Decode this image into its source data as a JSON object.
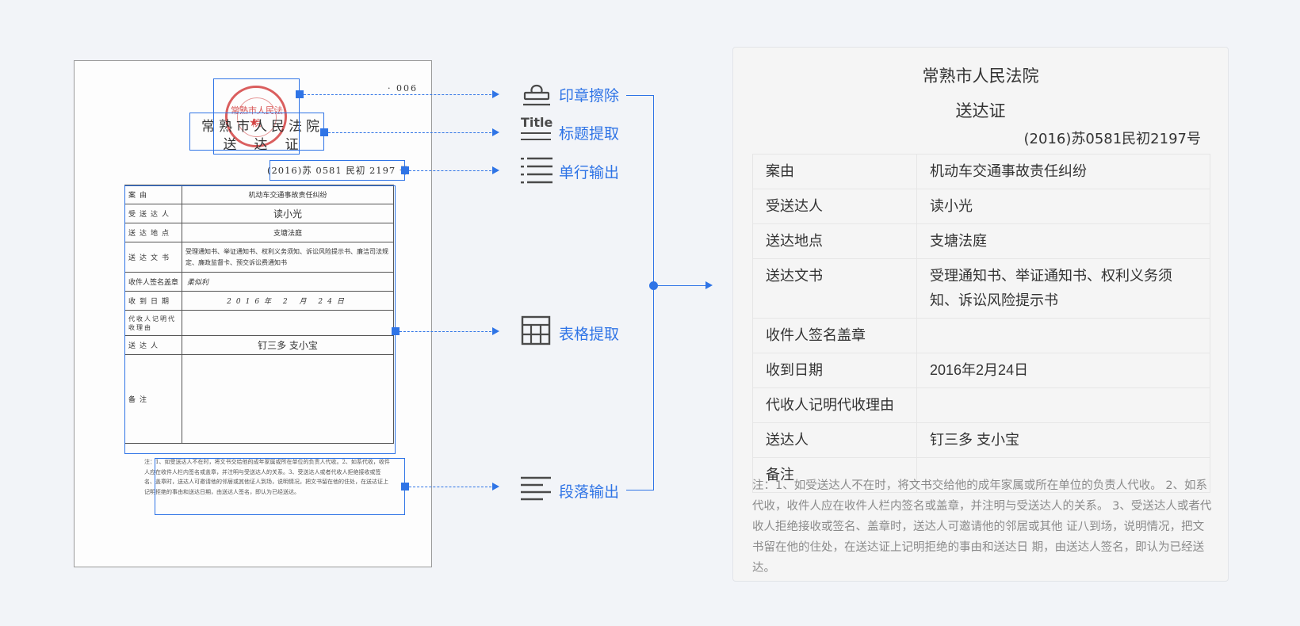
{
  "scan": {
    "number": "· 006",
    "seal_text": "常熟市人民法院",
    "court": "常熟市人民法院",
    "title": "送达证",
    "case_no": "(2016)苏 0581 民初 2197 号",
    "rows": [
      {
        "label": "案由",
        "value": "机动车交通事故责任纠纷"
      },
      {
        "label": "受送达人",
        "value": "读小光"
      },
      {
        "label": "送达地点",
        "value": "支塘法庭"
      },
      {
        "label": "送达文书",
        "value": "受理通知书、举证通知书、权利义务须知、诉讼风险提示书、廉洁司法规定、廉政监督卡、预交诉讼费通知书"
      },
      {
        "label": "收件人签名盖章",
        "value": "柔似利"
      },
      {
        "label": "收到日期",
        "value": "2016年 2 月 24日"
      },
      {
        "label": "代收人记明代收理由",
        "value": ""
      },
      {
        "label": "送达人",
        "value": "钉三多 支小宝"
      },
      {
        "label": "备注",
        "value": ""
      }
    ],
    "note": "注：1、如受送达人不在时，将文书交给他的成年家属或所在单位的负责人代收。2、如系代收，收件人应在收件人栏内签名或盖章，并注明与受送达人的关系。3、受送达人或者代收人拒绝接收或签名、盖章时，送达人可邀请他的邻居或其他证人到场，说明情况，把文书留在他的住处，在送达证上记明拒绝的事由和送达日期，由送达人签名，即认为已经送达。"
  },
  "features": [
    {
      "label": "印章擦除",
      "icon": "stamp-icon"
    },
    {
      "label": "标题提取",
      "icon": "title-icon",
      "icon_text": "Title"
    },
    {
      "label": "单行输出",
      "icon": "list-icon"
    },
    {
      "label": "表格提取",
      "icon": "table-icon"
    },
    {
      "label": "段落输出",
      "icon": "paragraph-icon"
    }
  ],
  "result": {
    "court": "常熟市人民法院",
    "title": "送达证",
    "case_no": "(2016)苏0581民初2197号",
    "rows": [
      {
        "key": "案由",
        "value": "机动车交通事故责任纠纷"
      },
      {
        "key": "受送达人",
        "value": "读小光"
      },
      {
        "key": "送达地点",
        "value": "支塘法庭"
      },
      {
        "key": "送达文书",
        "value": "受理通知书、举证通知书、权利义务须知、诉讼风险提示书"
      },
      {
        "key": "收件人签名盖章",
        "value": ""
      },
      {
        "key": "收到日期",
        "value": "2016年2月24日"
      },
      {
        "key": "代收人记明代收理由",
        "value": ""
      },
      {
        "key": "送达人",
        "value": "钉三多 支小宝"
      },
      {
        "key": "备注",
        "value": ""
      }
    ],
    "note": "注：1、如受送达人不在时，将文书交给他的成年家属或所在单位的负责人代收。 2、如系代收，收件人应在收件人栏内签名或盖章，并注明与受送达人的关系。 3、受送达人或者代收人拒绝接收或签名、盖章时，送达人可邀请他的邻居或其他 证八到场，说明情况，把文书留在他的住处，在送达证上记明拒绝的事由和送达日 期，由送达人签名，即认为已经送达。"
  },
  "colors": {
    "accent": "#2f74e6",
    "seal": "#cd2828",
    "background": "#f2f4f8"
  }
}
